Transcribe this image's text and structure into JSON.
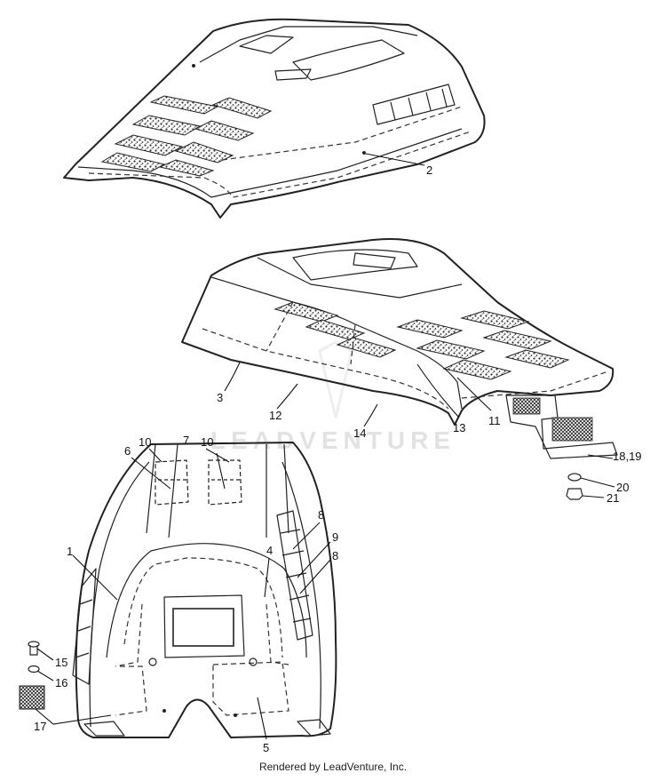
{
  "watermark": "LEADVENTURE",
  "credit": "Rendered by LeadVenture, Inc.",
  "callouts": [
    "2",
    "3",
    "12",
    "14",
    "13",
    "11",
    "18,19",
    "20",
    "21",
    "10",
    "7",
    "10",
    "6",
    "1",
    "4",
    "8",
    "9",
    "8",
    "15",
    "16",
    "17",
    "5"
  ]
}
